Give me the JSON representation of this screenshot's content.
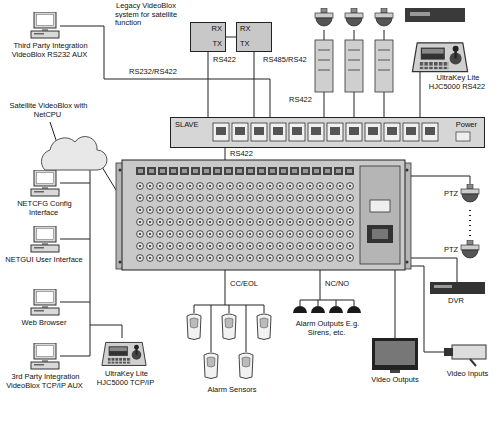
{
  "diagram": {
    "nodes": [
      {
        "text": [
          "RX",
          "TX"
        ]
      },
      {
        "text": [
          "RX",
          "TX"
        ]
      },
      {
        "text": [
          "SLAVE",
          "Power"
        ]
      }
    ],
    "edges": [
      {
        "from": 0,
        "to": 1,
        "arrow": "none"
      }
    ],
    "labels": [
      "Third Party Integration VideoBlox RS232 AUX",
      "Legacy VideoBlox system for satellite function",
      "RS232/RS422",
      "RS422",
      "RS485/RS42",
      "RS422",
      "UltraKey Lite HJC5000 RS422",
      "RS422",
      "Satellite VideoBlox with NetCPU",
      "NETCFG Config Interface",
      "NETGUI User Interface",
      "Web Browser",
      "3rd Party Integration VideoBlox TCP/IP AUX",
      "UltraKey Lite HJC5000 TCP/IP",
      "CC/EOL",
      "NC/NO",
      "Alarm Sensors",
      "Alarm Outputs E.g. Sirens, etc.",
      "Video Outputs",
      "Video Inputs",
      "PTZ",
      "PTZ",
      "DVR"
    ]
  }
}
